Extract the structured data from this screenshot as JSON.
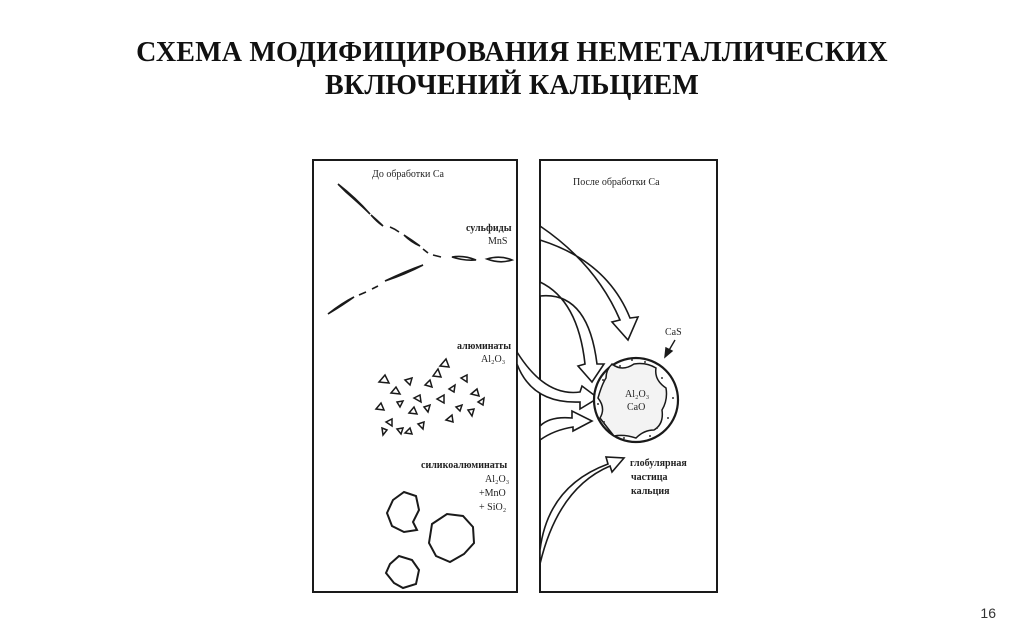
{
  "title": {
    "line1": "СХЕМА МОДИФИЦИРОВАНИЯ НЕМЕТАЛЛИЧЕСКИХ",
    "line2": "ВКЛЮЧЕНИЙ КАЛЬЦИЕМ"
  },
  "page_number": "16",
  "diagram": {
    "left_panel": {
      "heading": "До обработки Ca",
      "sulfides": {
        "line1": "сульфиды",
        "line2": "MnS"
      },
      "aluminates": {
        "line1": "алюминаты",
        "line2": "Al₂O₃"
      },
      "silicoaluminates": {
        "line1": "силикоалюминаты",
        "line2": "Al₂O₃",
        "line3": "+MnO",
        "line4": "+ SiO₂"
      }
    },
    "right_panel": {
      "heading": "После обработки Ca",
      "shell_label": "CaS",
      "core_line1": "Al₂O₃",
      "core_line2": "CaO",
      "particle": {
        "line1": "глобулярная",
        "line2": "частица",
        "line3": "кальция"
      }
    }
  }
}
